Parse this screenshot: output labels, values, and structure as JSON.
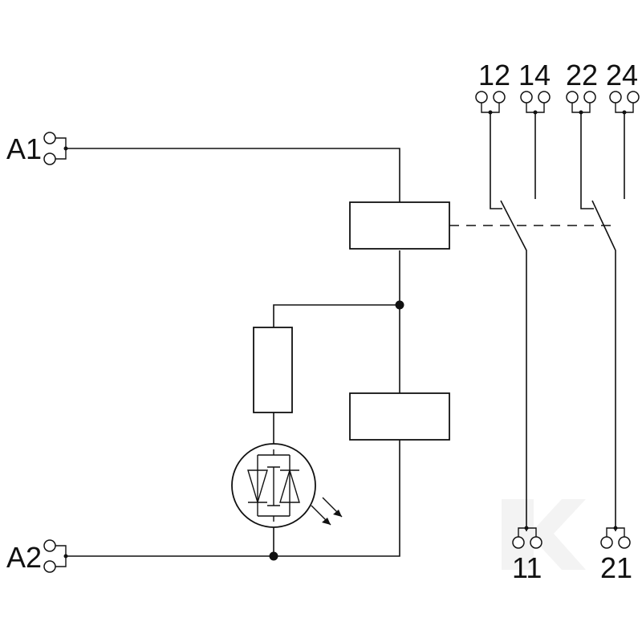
{
  "terminals": {
    "coil_top": "A1",
    "coil_bottom": "A2",
    "contact1_nc": "12",
    "contact1_no": "14",
    "contact2_nc": "22",
    "contact2_no": "24",
    "contact1_common": "11",
    "contact2_common": "21"
  },
  "colors": {
    "line": "#111111",
    "background": "#ffffff",
    "watermark": "#e6e6e6"
  }
}
